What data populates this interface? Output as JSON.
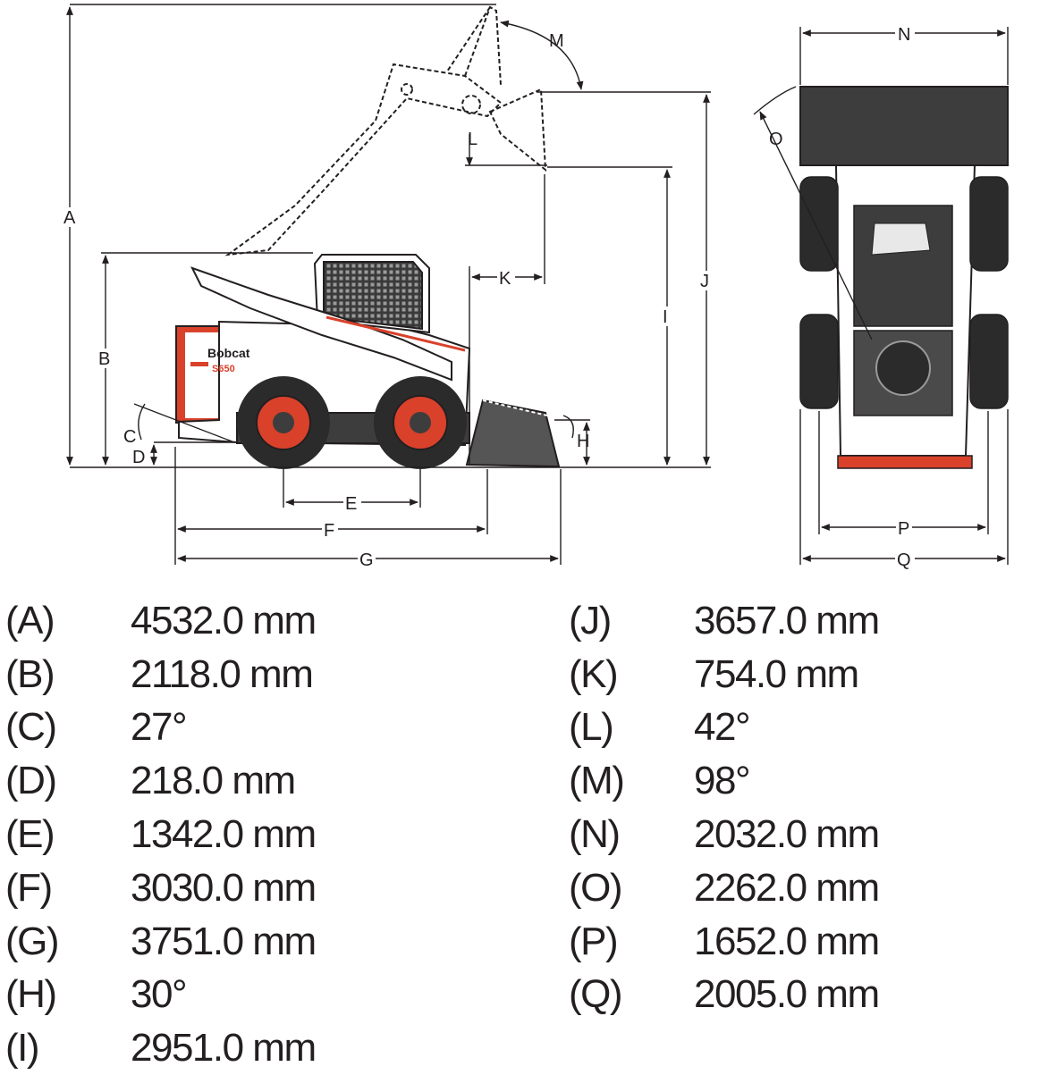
{
  "brand": {
    "name": "Bobcat",
    "model": "S650"
  },
  "colors": {
    "accent": "#d9412b",
    "line": "#231f20",
    "body": "#ffffff",
    "tire": "#2b2b2b"
  },
  "dimension_labels": {
    "A": "A",
    "B": "B",
    "C": "C",
    "D": "D",
    "E": "E",
    "F": "F",
    "G": "G",
    "H": "H",
    "I": "I",
    "J": "J",
    "K": "K",
    "L": "L",
    "M": "M",
    "N": "N",
    "O": "O",
    "P": "P",
    "Q": "Q"
  },
  "specs_left": [
    {
      "letter": "(A)",
      "value": "4532.0 mm"
    },
    {
      "letter": "(B)",
      "value": "2118.0 mm"
    },
    {
      "letter": "(C)",
      "value": "27°"
    },
    {
      "letter": "(D)",
      "value": "218.0 mm"
    },
    {
      "letter": "(E)",
      "value": "1342.0 mm"
    },
    {
      "letter": "(F)",
      "value": "3030.0 mm"
    },
    {
      "letter": "(G)",
      "value": "3751.0 mm"
    },
    {
      "letter": "(H)",
      "value": "30°"
    },
    {
      "letter": "(I)",
      "value": "2951.0 mm"
    }
  ],
  "specs_right": [
    {
      "letter": "(J)",
      "value": "3657.0 mm"
    },
    {
      "letter": "(K)",
      "value": "754.0 mm"
    },
    {
      "letter": "(L)",
      "value": "42°"
    },
    {
      "letter": "(M)",
      "value": "98°"
    },
    {
      "letter": "(N)",
      "value": "2032.0 mm"
    },
    {
      "letter": "(O)",
      "value": "2262.0 mm"
    },
    {
      "letter": "(P)",
      "value": "1652.0 mm"
    },
    {
      "letter": "(Q)",
      "value": "2005.0 mm"
    }
  ]
}
